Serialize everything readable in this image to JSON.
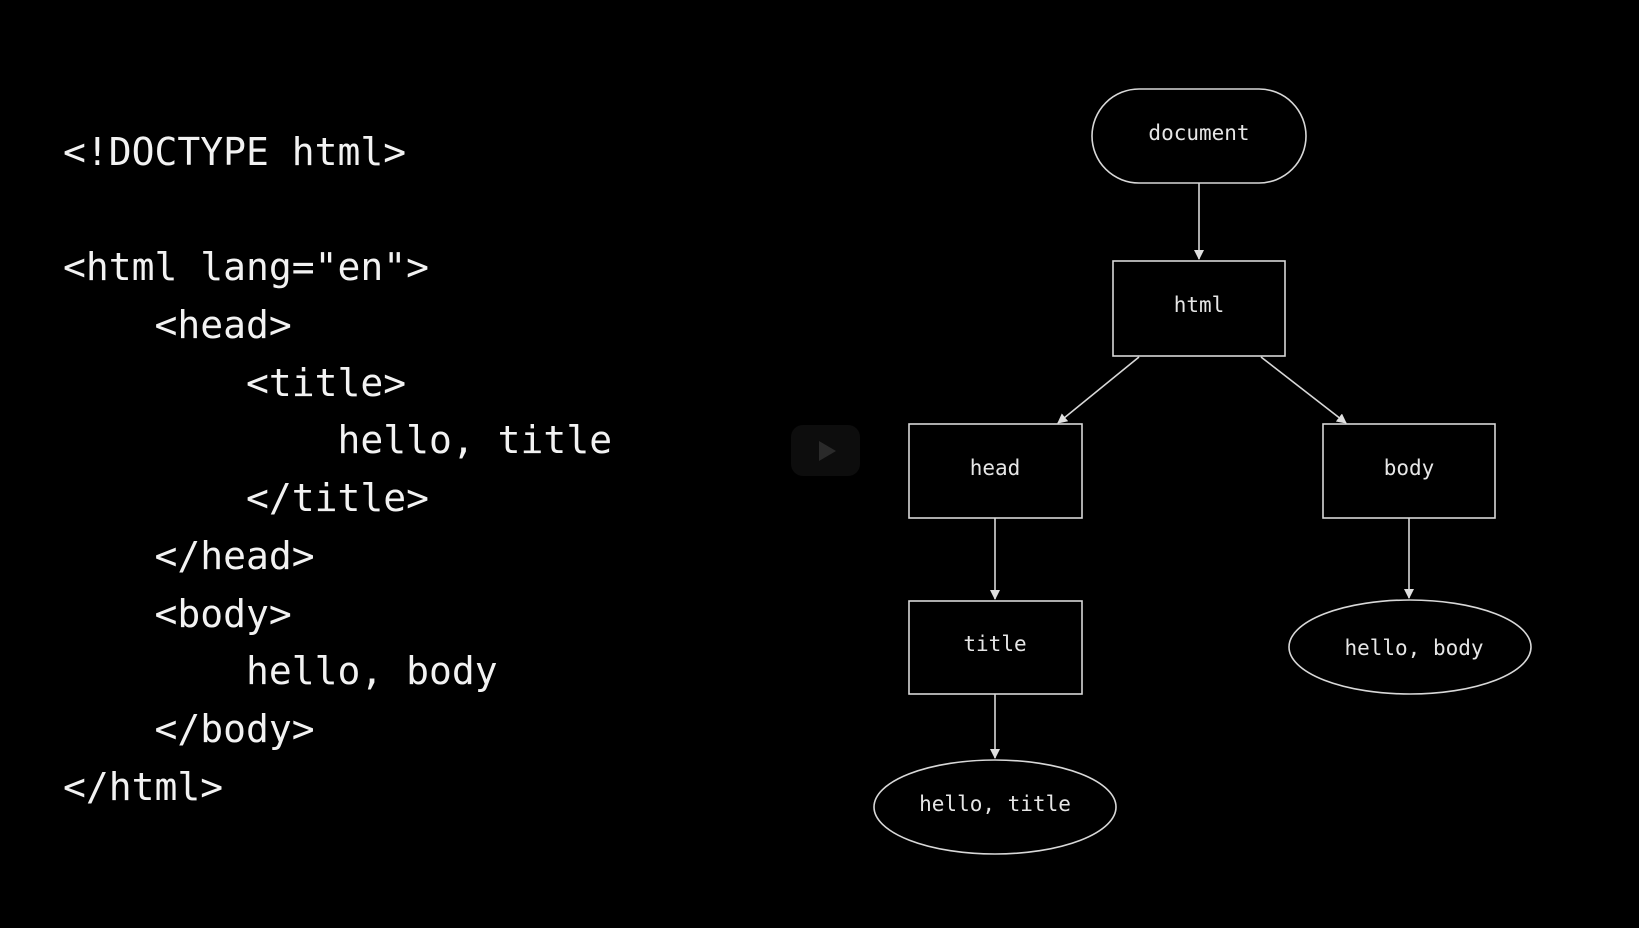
{
  "code_lines": [
    "<!DOCTYPE html>",
    "",
    "<html lang=\"en\">",
    "    <head>",
    "        <title>",
    "            hello, title",
    "        </title>",
    "    </head>",
    "    <body>",
    "        hello, body",
    "    </body>",
    "</html>"
  ],
  "tree": {
    "document": "document",
    "html": "html",
    "head": "head",
    "body": "body",
    "title": "title",
    "title_text": "hello, title",
    "body_text": "hello, body"
  },
  "icons": {
    "play": "play-icon"
  }
}
